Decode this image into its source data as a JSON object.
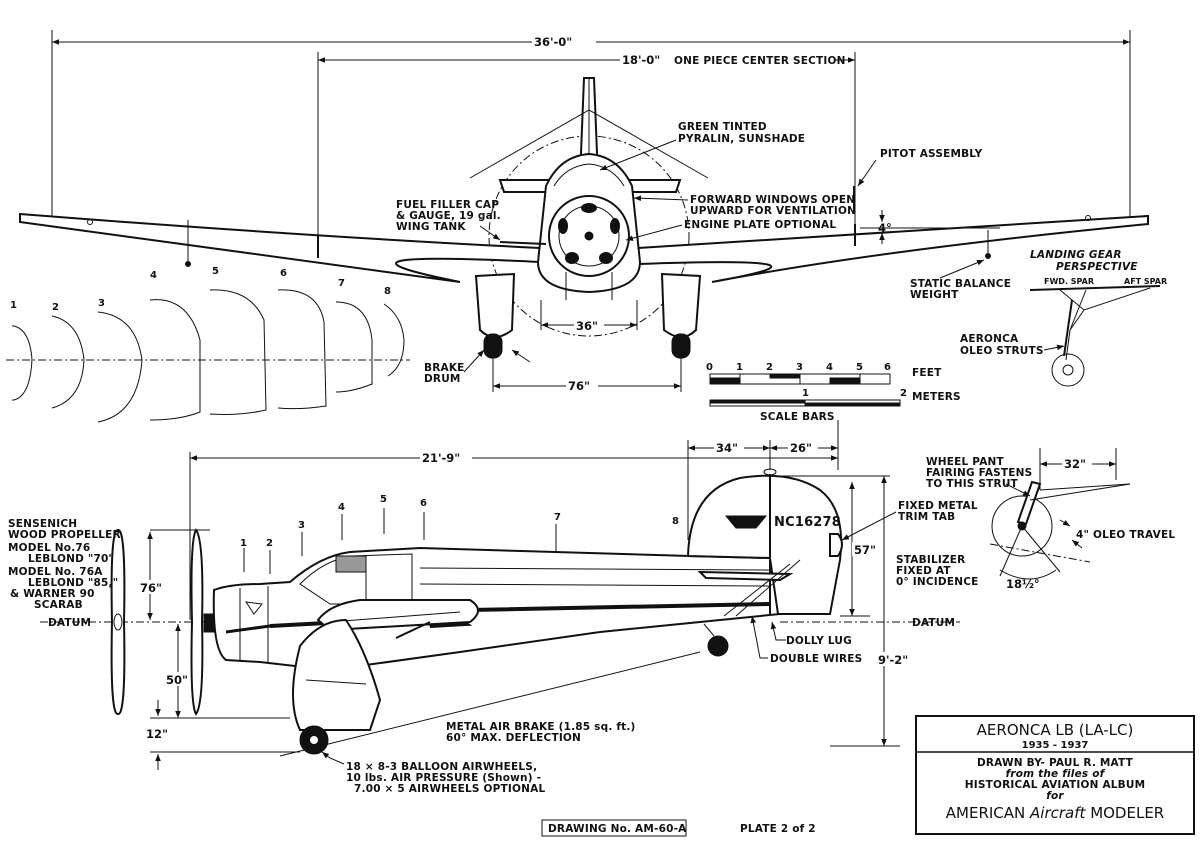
{
  "dimensions": {
    "span": "36'-0\"",
    "center_section": "18'-0\"",
    "center_section_note": "ONE PIECE CENTER SECTION",
    "dihedral": "4°",
    "engine_width": "36\"",
    "tread": "76\"",
    "length": "21'-9\"",
    "tail_fwd": "34\"",
    "tail_aft": "26\"",
    "height": "9'-2\"",
    "fin_height": "57\"",
    "prop_diameter": "76\"",
    "datum_height": "50\"",
    "ground_clear": "12\"",
    "gear_offset": "32\"",
    "oleo_travel": "4\" OLEO TRAVEL",
    "gear_angle": "18½°"
  },
  "notes": {
    "sunshade": [
      "GREEN TINTED",
      "PYRALIN, SUNSHADE"
    ],
    "pitot": "PITOT ASSEMBLY",
    "windows": [
      "FORWARD WINDOWS OPEN",
      "UPWARD FOR VENTILATION"
    ],
    "engine_plate": "ENGINE PLATE OPTIONAL",
    "fuel": [
      "FUEL FILLER CAP",
      "& GAUGE, 19 gal.",
      "WING TANK"
    ],
    "balance": [
      "STATIC BALANCE",
      "WEIGHT"
    ],
    "brake_drum": [
      "BRAKE",
      "DRUM"
    ],
    "gear_perspective": [
      "LANDING GEAR",
      "PERSPECTIVE"
    ],
    "fwd_spar": "FWD. SPAR",
    "aft_spar": "AFT SPAR",
    "oleo": [
      "AERONCA",
      "OLEO STRUTS"
    ],
    "wheel_pant": [
      "WHEEL PANT",
      "FAIRING FASTENS",
      "TO THIS STRUT"
    ],
    "trim_tab": [
      "FIXED METAL",
      "TRIM TAB"
    ],
    "stabilizer": [
      "STABILIZER",
      "FIXED AT",
      "0° INCIDENCE"
    ],
    "datum": "DATUM",
    "dolly_lug": "DOLLY LUG",
    "double_wires": "DOUBLE WIRES",
    "air_brake": [
      "METAL AIR BRAKE (1.85 sq. ft.)",
      "60° MAX. DEFLECTION"
    ],
    "airwheels": [
      "18 × 8-3 BALLOON AIRWHEELS,",
      "10 lbs. AIR PRESSURE (Shown) -",
      "7.00 × 5 AIRWHEELS OPTIONAL"
    ],
    "propeller": [
      "SENSENICH",
      "WOOD PROPELLER",
      "MODEL No.76",
      "LEBLOND \"70\"",
      "MODEL No. 76A",
      "LEBLOND \"85,\"",
      "& WARNER 90",
      "SCARAB"
    ],
    "registration": "NC16278"
  },
  "sections": [
    "1",
    "2",
    "3",
    "4",
    "5",
    "6",
    "7",
    "8"
  ],
  "scale": {
    "feet_ticks": [
      "0",
      "1",
      "2",
      "3",
      "4",
      "5",
      "6"
    ],
    "feet_label": "FEET",
    "meter_ticks": [
      "1",
      "2"
    ],
    "meters_label": "METERS",
    "title": "SCALE BARS"
  },
  "title_block": {
    "title": "AERONCA LB (LA-LC)",
    "years": "1935 - 1937",
    "drawn_by": "DRAWN BY- PAUL R. MATT",
    "from": "from the files of",
    "album": "HISTORICAL AVIATION ALBUM",
    "for": "for",
    "magazine_pre": "AMERICAN",
    "magazine_mid": "Aircraft",
    "magazine_post": "MODELER"
  },
  "footer": {
    "drawing_no": "DRAWING No. AM-60-A",
    "plate": "PLATE 2 of 2"
  }
}
